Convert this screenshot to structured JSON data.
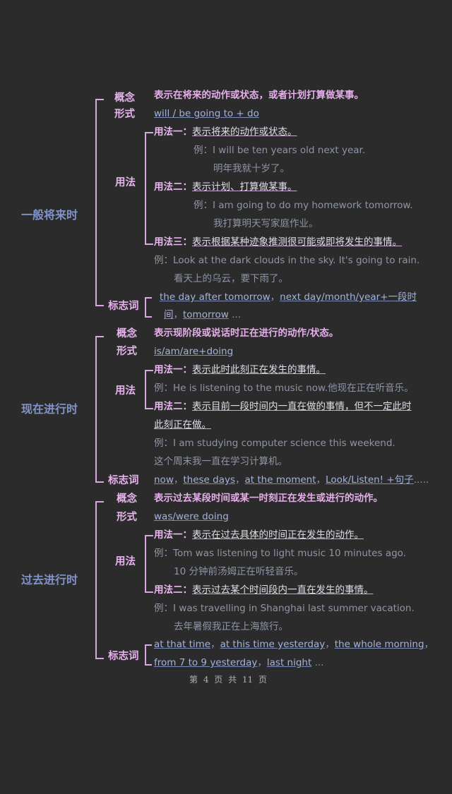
{
  "sections": [
    {
      "tense": "一般将来时",
      "concept_label": "概念",
      "concept": "表示在将来的动作或状态，或者计划打算做某事。",
      "form_label": "形式",
      "form": "will / be going to + do",
      "usage_label": "用法",
      "usages": [
        {
          "label": "用法一：",
          "text": "表示将来的动作或状态。",
          "ex_en": "例：I will be ten years old next year.",
          "ex_zh": "明年我就十岁了。"
        },
        {
          "label": "用法二：",
          "text": "表示计划、打算做某事。",
          "ex_en": "例：I am going to do my homework tomorrow.",
          "ex_zh": "我打算明天写家庭作业。"
        },
        {
          "label": "用法三：",
          "text": "表示根据某种迹象推测很可能或即将发生的事情。",
          "ex_en": "例：Look at the dark clouds in the sky. It's going to rain.",
          "ex_zh": "看天上的乌云，要下雨了。"
        }
      ],
      "signal_label": "标志词",
      "signals": [
        "the day after tomorrow",
        "next day/month/year+一段时",
        "间",
        "tomorrow"
      ],
      "signal_tail": "..."
    },
    {
      "tense": "现在进行时",
      "concept_label": "概念",
      "concept": "表示现阶段或说话时正在进行的动作/状态。",
      "form_label": "形式",
      "form": "is/am/are+doing",
      "usage_label": "用法",
      "usages": [
        {
          "label": "用法一：",
          "text": "表示此时此刻正在发生的事情。",
          "ex_en": "例：He is listening to the music now.他现在正在听音乐。"
        },
        {
          "label": "用法二：",
          "text": "表示目前一段时间内一直在做的事情，但不一定此时",
          "text2": "此刻正在做。",
          "ex_en": "例：I am studying computer science this weekend.",
          "ex_zh": "这个周末我一直在学习计算机。"
        }
      ],
      "signal_label": "标志词",
      "signals": [
        "now",
        "these days",
        "at the moment",
        "Look/Listen! +句子"
      ],
      "signal_tail": "....."
    },
    {
      "tense": "过去进行时",
      "concept_label": "概念",
      "concept": "表示过去某段时间或某一时刻正在发生或进行的动作。",
      "form_label": "形式",
      "form": "was/were doing",
      "usage_label": "用法",
      "usages": [
        {
          "label": "用法一：",
          "text": "表示在过去具体的时间正在发生的动作。",
          "ex_en": "例：Tom was listening to light music 10 minutes ago.",
          "ex_zh": "10 分钟前汤姆正在听轻音乐。"
        },
        {
          "label": "用法二：",
          "text": "表示过去某个时间段内一直在发生的事情。",
          "ex_en": "例：I was travelling in Shanghai last summer vacation.",
          "ex_zh": "去年暑假我正在上海旅行。"
        }
      ],
      "signal_label": "标志词",
      "signals": [
        "at that time",
        "at this time yesterday",
        "the whole morning",
        "from 7 to 9 yesterday",
        "last night"
      ],
      "signal_tail": "..."
    }
  ],
  "footer": "第 4 页 共 11 页",
  "colors": {
    "background": "#2b2b2b",
    "label": "#e8b4ee",
    "form": "#a3b3dc",
    "example": "#8f95a8",
    "tense": "#8193c9"
  }
}
